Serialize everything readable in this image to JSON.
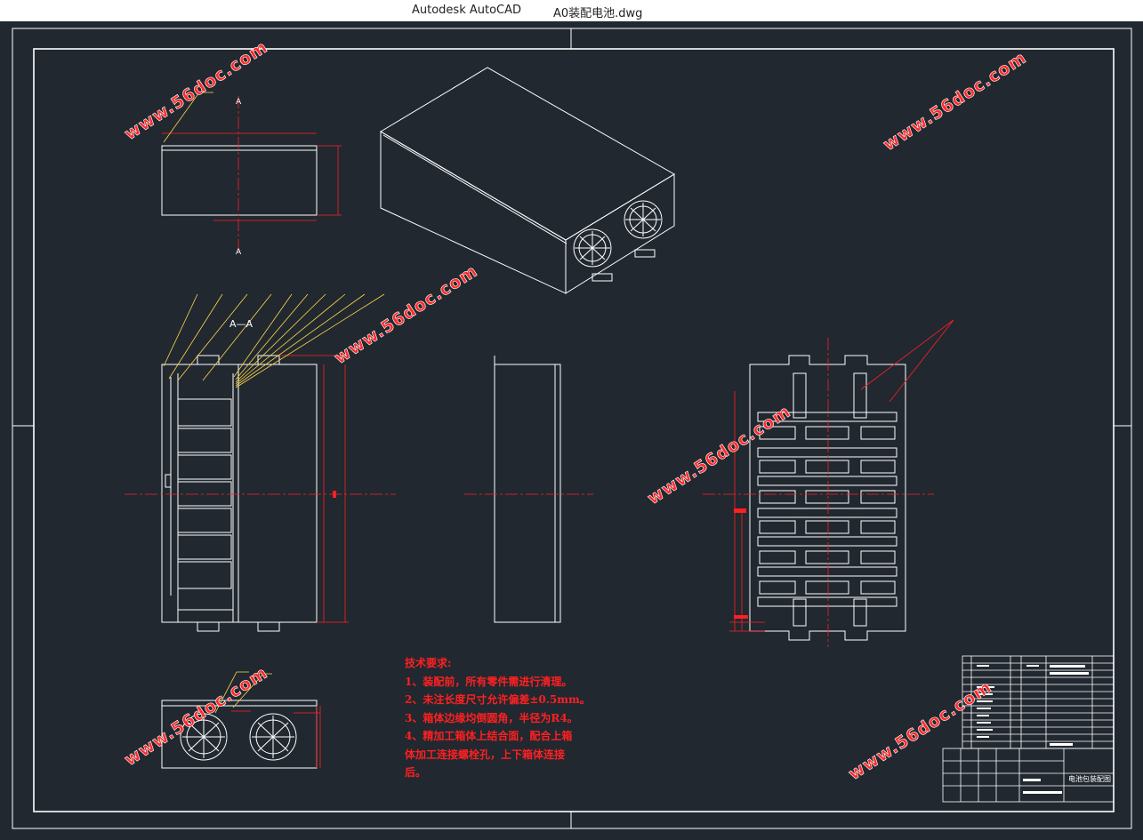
{
  "window": {
    "app_name": "Autodesk AutoCAD",
    "file_name": "A0装配电池.dwg"
  },
  "drawing": {
    "section_label": "A—A",
    "cut_marker_top": "A",
    "cut_marker_bottom": "A",
    "notes": {
      "heading": "技术要求:",
      "lines": [
        "1、装配前，所有零件需进行清理。",
        "2、未注长度尺寸允许偏差±0.5mm。",
        "3、箱体边缘均倒圆角，半径为R4。",
        "4、精加工箱体上结合面，配合上箱",
        "体加工连接螺栓孔，上下箱体连接",
        "后。"
      ]
    },
    "title_block": {
      "drawing_name": "电池包装配图"
    }
  },
  "watermark": {
    "text": "www.56doc.com"
  },
  "colors": {
    "background": "#212830",
    "line": "#ffffff",
    "center_line": "#ff2020",
    "dimension": "#ff2020",
    "leader": "#ffd84a",
    "watermark": "#ff2a2a"
  }
}
